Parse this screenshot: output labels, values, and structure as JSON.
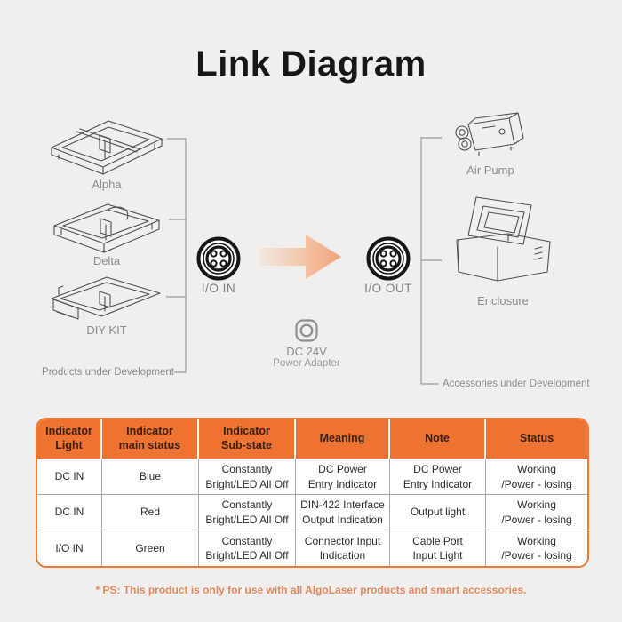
{
  "page": {
    "title": "Link Diagram"
  },
  "diagram": {
    "products": [
      {
        "label": "Alpha",
        "icon": "alpha-laser-engraver-illustration"
      },
      {
        "label": "Delta",
        "icon": "delta-laser-engraver-illustration"
      },
      {
        "label": "DIY KIT",
        "icon": "diy-kit-laser-engraver-illustration"
      }
    ],
    "products_caption": "Products under Development",
    "accessories": [
      {
        "label": "Air Pump",
        "icon": "air-pump-illustration"
      },
      {
        "label": "Enclosure",
        "icon": "enclosure-illustration"
      }
    ],
    "accessories_caption": "Accessories under Development",
    "io_in": {
      "label": "I/O IN",
      "icon": "aviation-connector-icon"
    },
    "io_out": {
      "label": "I/O OUT",
      "icon": "aviation-connector-icon"
    },
    "flow_arrow": {
      "icon": "right-arrow-icon"
    },
    "power_adapter": {
      "label_line1": "DC 24V",
      "label_line2": "Power Adapter",
      "icon": "power-port-icon"
    }
  },
  "table": {
    "headers": [
      "Indicator\nLight",
      "Indicator\nmain status",
      "Indicator\nSub-state",
      "Meaning",
      "Note",
      "Status"
    ],
    "rows": [
      [
        "DC IN",
        "Blue",
        "Constantly\nBright/LED All Off",
        "DC Power\nEntry Indicator",
        "DC Power\nEntry Indicator",
        "Working\n/Power - losing"
      ],
      [
        "DC IN",
        "Red",
        "Constantly\nBright/LED All Off",
        "DIN-422 Interface\nOutput Indication",
        "Output light",
        "Working\n/Power - losing"
      ],
      [
        "I/O IN",
        "Green",
        "Constantly\nBright/LED All Off",
        "Connector Input\nIndication",
        "Cable Port\nInput Light",
        "Working\n/Power - losing"
      ]
    ]
  },
  "footnote": "* PS: This product is only for use with all AlgoLaser products and smart accessories.",
  "colors": {
    "background": "#f0efed",
    "accent_orange": "#ee7231",
    "header_text": "#3a200f",
    "footnote_orange": "#e1895e",
    "muted_gray": "#8b8b8b",
    "arrow_peach": "#efa377"
  }
}
